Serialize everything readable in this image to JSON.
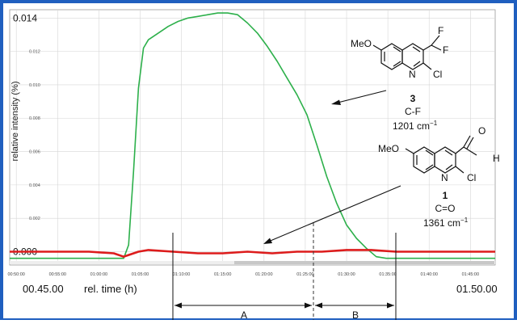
{
  "chart_data": {
    "type": "line",
    "xlabel": "rel. time (h)",
    "ylabel": "relative intensity (%)",
    "x_start_label": "00.45.00",
    "x_end_label": "01.50.00",
    "xlim": [
      0.82,
      1.8
    ],
    "ylim": [
      -0.0008,
      0.0145
    ],
    "y_major_ticks": [
      "0.000",
      "0.014"
    ],
    "y_minor_ticks": [
      "0.002",
      "0.004",
      "0.006",
      "0.008",
      "0.010",
      "0.012"
    ],
    "x_ticks": [
      "00:50:00",
      "00:55:00",
      "01:00:00",
      "01:05:00",
      "01:10:00",
      "01:15:00",
      "01:20:00",
      "01:25:00",
      "01:30:00",
      "01:35:00",
      "01:40:00",
      "01:45:00"
    ],
    "series": [
      {
        "color": "#2db04b",
        "x": [
          0.82,
          1.05,
          1.06,
          1.07,
          1.08,
          1.09,
          1.1,
          1.12,
          1.14,
          1.16,
          1.18,
          1.2,
          1.22,
          1.24,
          1.26,
          1.28,
          1.3,
          1.32,
          1.34,
          1.36,
          1.38,
          1.4,
          1.42,
          1.44,
          1.46,
          1.48,
          1.5,
          1.52,
          1.54,
          1.56,
          1.58,
          1.8
        ],
        "y": [
          -0.0004,
          -0.0004,
          0.0004,
          0.0048,
          0.0098,
          0.0122,
          0.0127,
          0.0131,
          0.0135,
          0.0138,
          0.014,
          0.0141,
          0.0142,
          0.0143,
          0.0143,
          0.0142,
          0.0137,
          0.0131,
          0.0123,
          0.0114,
          0.0104,
          0.0094,
          0.0082,
          0.0064,
          0.0045,
          0.0029,
          0.0016,
          0.0008,
          0.0002,
          -0.0003,
          -0.0004,
          -0.0004
        ]
      },
      {
        "color": "#dd1c1c",
        "x": [
          0.82,
          0.9,
          0.98,
          1.03,
          1.05,
          1.06,
          1.08,
          1.1,
          1.15,
          1.2,
          1.25,
          1.3,
          1.35,
          1.4,
          1.45,
          1.5,
          1.55,
          1.6,
          1.7,
          1.8
        ],
        "y": [
          0.0,
          0.0,
          0.0,
          -0.0001,
          -0.0003,
          -0.0002,
          0.0,
          0.0001,
          0.0,
          -0.0001,
          -0.0001,
          0.0,
          -0.0001,
          0.0,
          0.0,
          0.0001,
          0.0001,
          0.0,
          0.0,
          0.0
        ]
      }
    ],
    "region_labels": [
      "A",
      "B"
    ]
  },
  "annotations": {
    "compound3": {
      "methoxy": "MeO",
      "f_top": "F",
      "f_right": "F",
      "nitrogen": "N",
      "chloro": "Cl",
      "number": "3",
      "bond": "C-F",
      "wavenumber": "1201 cm",
      "exponent": "−1"
    },
    "compound1": {
      "methoxy": "MeO",
      "oxygen": "O",
      "hydrogen": "H",
      "nitrogen": "N",
      "chloro": "Cl",
      "number": "1",
      "bond": "C=O",
      "wavenumber": "1361 cm",
      "exponent": "−1"
    }
  },
  "colors": {
    "frame": "#1f5fbf",
    "grid": "#d6d6d6",
    "green_series": "#2db04b",
    "red_series": "#dd1c1c"
  }
}
